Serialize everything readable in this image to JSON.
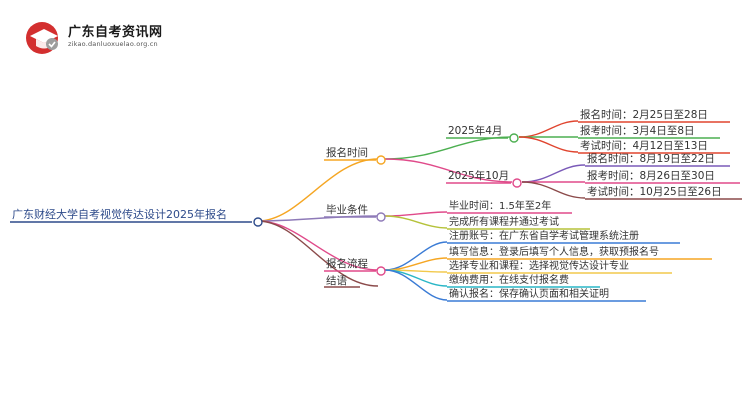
{
  "header": {
    "site_name": "广东自考资讯网",
    "site_url": "zikao.danluoxuelao.org.cn"
  },
  "colors": {
    "root": "#2d4a8a",
    "orange": "#f5a623",
    "green": "#4caf50",
    "pink": "#e04a8a",
    "brown": "#8b4a4a",
    "red": "#e0452f",
    "purple": "#7a5ab8",
    "olive": "#b5c23a",
    "blue": "#3a7bd5",
    "yellow": "#f2c94c",
    "teal": "#29b6c6"
  },
  "mindmap": {
    "root": "广东财经大学自考视觉传达设计2025年报名",
    "branches": [
      {
        "label": "报名时间",
        "children": [
          {
            "label": "2025年4月",
            "children": [
              "报名时间：2月25日至28日",
              "报考时间：3月4日至8日",
              "考试时间：4月12日至13日"
            ]
          },
          {
            "label": "2025年10月",
            "children": [
              "报名时间：8月19日至22日",
              "报考时间：8月26日至30日",
              "考试时间：10月25日至26日"
            ]
          }
        ]
      },
      {
        "label": "毕业条件",
        "children": [
          "毕业时间：1.5年至2年",
          "完成所有课程并通过考试"
        ]
      },
      {
        "label": "报名流程",
        "children": [
          "注册账号：在广东省自学考试管理系统注册",
          "填写信息：登录后填写个人信息，获取预报名号",
          "选择专业和课程：选择视觉传达设计专业",
          "缴纳费用：在线支付报名费",
          "确认报名：保存确认页面和相关证明"
        ]
      },
      {
        "label": "结语",
        "children": []
      }
    ]
  }
}
